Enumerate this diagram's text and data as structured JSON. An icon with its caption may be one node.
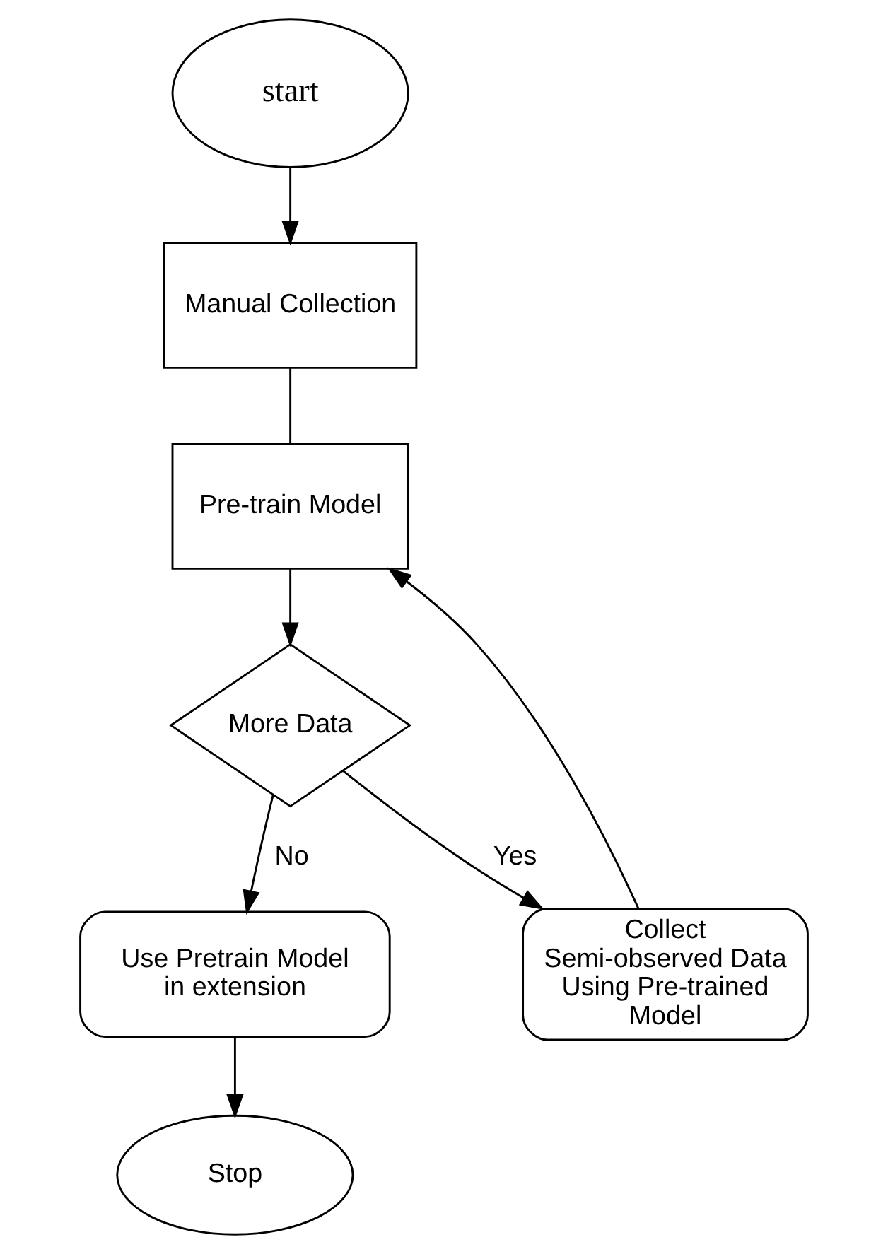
{
  "diagram": {
    "nodes": [
      {
        "text": [
          "start"
        ]
      },
      {
        "text": [
          "Manual Collection"
        ]
      },
      {
        "text": [
          "Pre-train Model"
        ]
      },
      {
        "text": [
          "More Data"
        ]
      },
      {
        "text": [
          "Use Pretrain Model in extension"
        ]
      },
      {
        "text": [
          "Collect Semi-observed Data Using Pre-trained Model"
        ]
      },
      {
        "text": [
          "Stop"
        ]
      }
    ],
    "edges": [
      {
        "from": 0,
        "to": 1,
        "arrow": "to"
      },
      {
        "from": 1,
        "to": 2,
        "arrow": "none"
      },
      {
        "from": 2,
        "to": 3,
        "arrow": "to"
      },
      {
        "from": 3,
        "to": 4,
        "arrow": "to",
        "label": "No"
      },
      {
        "from": 3,
        "to": 5,
        "arrow": "to",
        "label": "Yes"
      },
      {
        "from": 4,
        "to": 6,
        "arrow": "to"
      },
      {
        "from": 5,
        "to": 2,
        "arrow": "to"
      }
    ]
  }
}
